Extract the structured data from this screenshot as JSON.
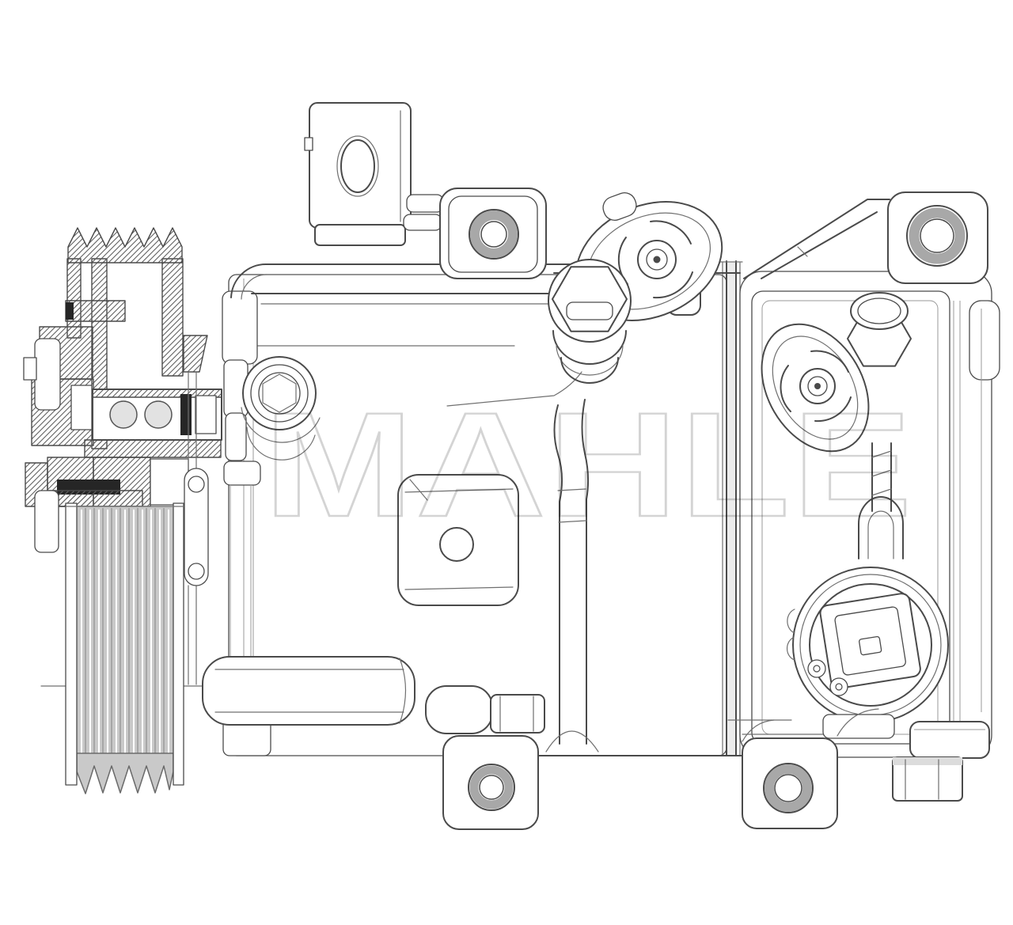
{
  "watermark": {
    "text": "MAHLE",
    "color": "#d4d4d4"
  },
  "palette": {
    "background": "#ffffff",
    "line": "#4a4a4a",
    "line_soft": "#8f8f8f",
    "ring_band": "#a8a8a8",
    "drum_fill": "#c9c9c9",
    "hatch_line": "#606060",
    "seal_dark": "#262626",
    "bearing_ball": "#e2e2e2",
    "shade": "#dcdcdc"
  },
  "components": {
    "clutch_section": "clutch-hub-cross-section",
    "belt_pulley": "poly-v-belt-pulley",
    "front_housing": "compressor-front-housing",
    "rear_housing": "compressor-rear-housing",
    "joint_band": "housing-joint-band",
    "mounting_bracket": "top-mounting-bracket",
    "mounting_ear_top": "top-mounting-ear",
    "mounting_lug_right": "top-right-mounting-lug",
    "refrigerant_pipe": "refrigerant-pipe",
    "port_front": "front-port-flange",
    "port_rear": "rear-port-flange",
    "electrical_connector": "electrical-connector",
    "foot_center": "bottom-center-mounting-foot",
    "foot_right": "bottom-right-mounting-foot",
    "suction_tube": "bottom-suction-tube"
  }
}
